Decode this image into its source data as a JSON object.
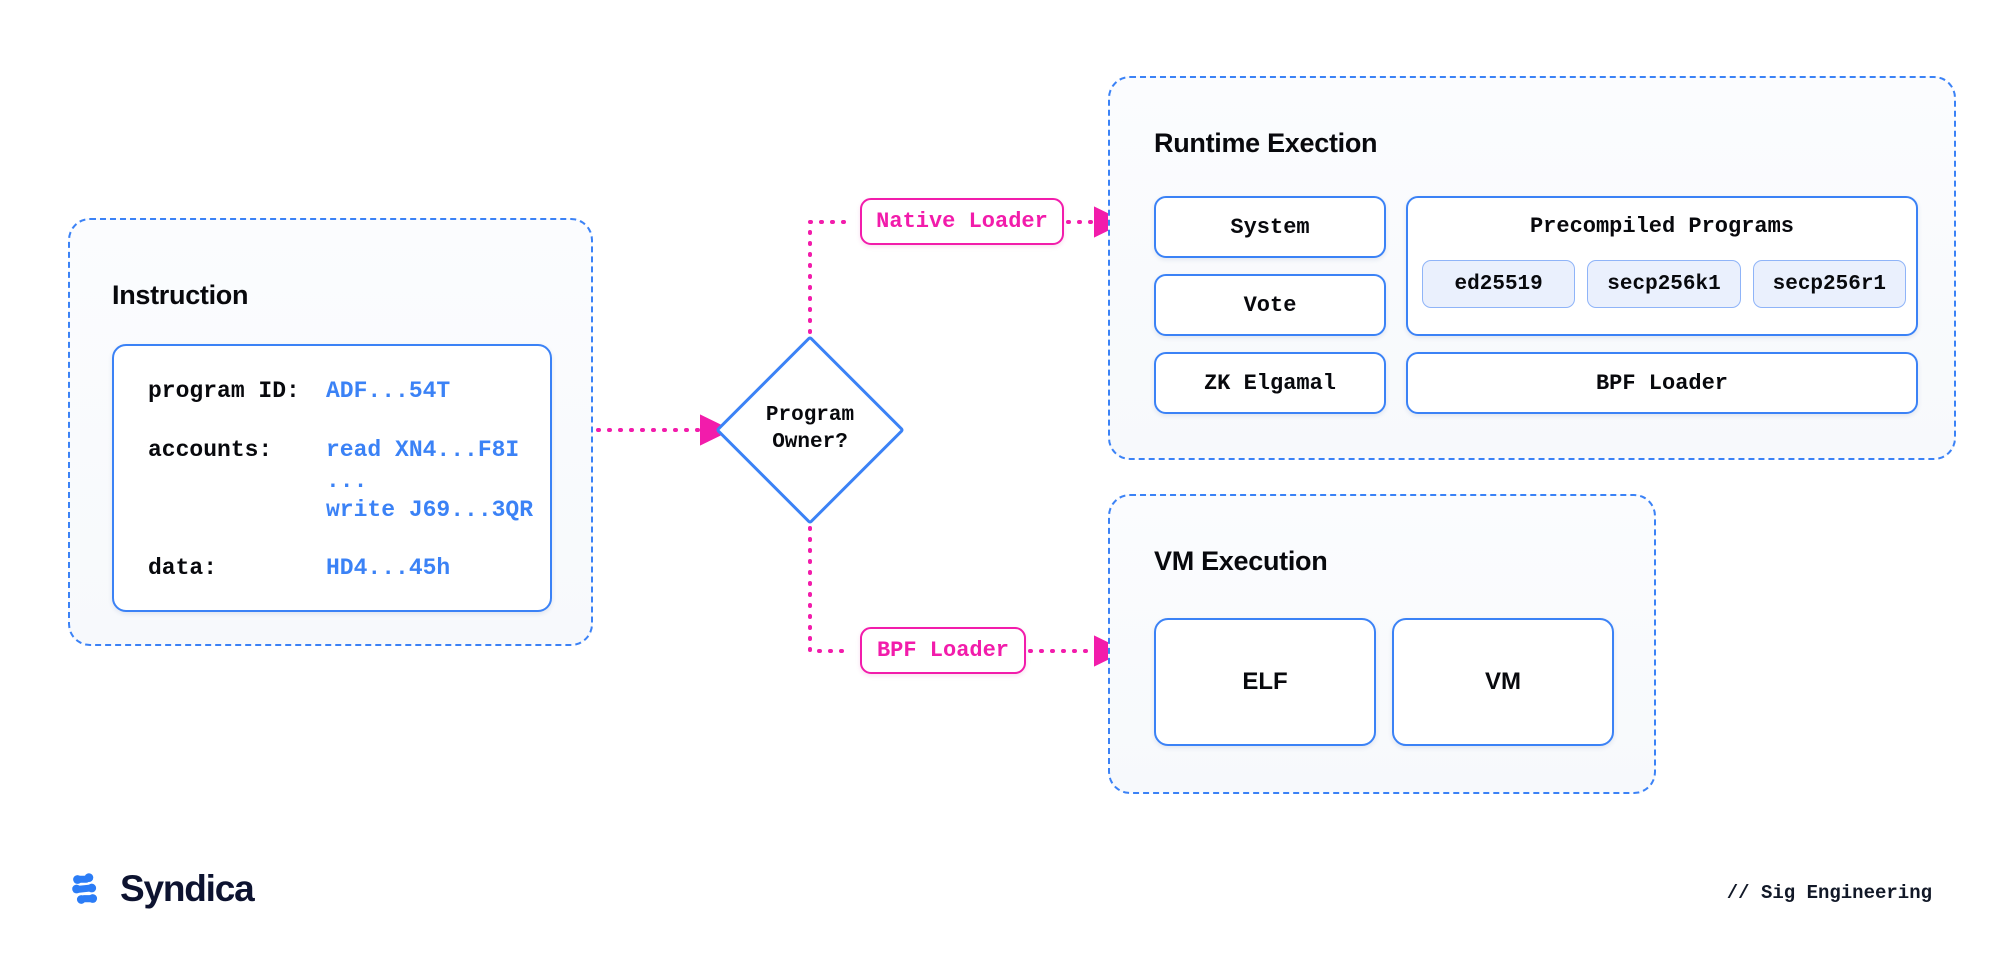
{
  "colors": {
    "blue": "#3b82f6",
    "pink": "#f21cab",
    "text_dark": "#08090d",
    "chip_fill": "#eaf0fd",
    "logo_navy": "#0d1330",
    "logo_blue": "#2b7cf6"
  },
  "instruction": {
    "title": "Instruction",
    "rows": [
      {
        "key": "program ID:",
        "value": "ADF...54T"
      },
      {
        "key": "accounts:",
        "value": "read XN4...F8I"
      },
      {
        "key": "",
        "value": "..."
      },
      {
        "key": "",
        "value": "write J69...3QR"
      },
      {
        "key": "data:",
        "value": "HD4...45h"
      }
    ]
  },
  "decision": {
    "line1": "Program",
    "line2": "Owner?"
  },
  "loaders": {
    "native": "Native Loader",
    "bpf": "BPF Loader"
  },
  "runtime": {
    "title": "Runtime Exection",
    "boxes": [
      {
        "label": "System"
      },
      {
        "label": "Vote"
      },
      {
        "label": "ZK Elgamal"
      }
    ],
    "precompiled": {
      "title": "Precompiled Programs",
      "chips": [
        "ed25519",
        "secp256k1",
        "secp256r1"
      ]
    },
    "bpf_loader": "BPF Loader"
  },
  "vm": {
    "title": "VM Execution",
    "boxes": [
      {
        "label": "ELF"
      },
      {
        "label": "VM"
      }
    ]
  },
  "footer": {
    "brand": "Syndica",
    "note": "// Sig Engineering"
  }
}
